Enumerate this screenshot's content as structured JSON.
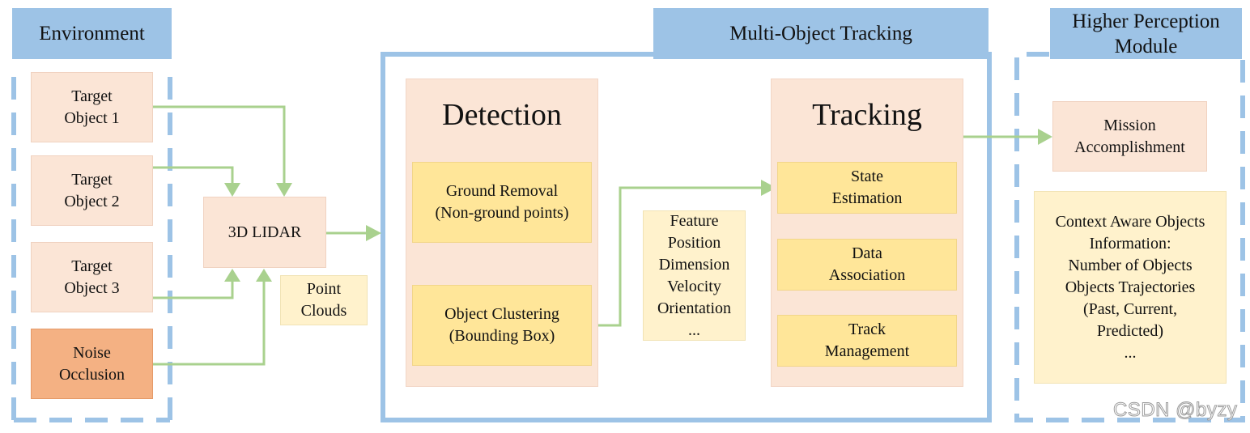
{
  "colors": {
    "header_blue": "#9dc3e6",
    "frame_blue": "#9dc3e6",
    "arrow_green": "#a9d18e",
    "salmon": "#fbe5d6",
    "noise_orange": "#f4b183",
    "yellow": "#ffe699",
    "cream": "#fff2cc"
  },
  "headers": {
    "environment": [
      "Environment"
    ],
    "mot": [
      "Multi-Object Tracking"
    ],
    "higher": [
      "Higher Perception",
      "Module"
    ]
  },
  "environment": {
    "targets": [
      [
        "Target",
        "Object 1"
      ],
      [
        "Target",
        "Object 2"
      ],
      [
        "Target",
        "Object 3"
      ]
    ],
    "noise": [
      "Noise",
      "Occlusion"
    ]
  },
  "lidar": [
    "3D LIDAR"
  ],
  "point_clouds": [
    "Point",
    "Clouds"
  ],
  "detection": {
    "title": "Detection",
    "steps": [
      [
        "Ground Removal",
        "(Non-ground points)"
      ],
      [
        "Object Clustering",
        "(Bounding Box)"
      ]
    ]
  },
  "features": [
    "Feature",
    "Position",
    "Dimension",
    "Velocity",
    "Orientation",
    "..."
  ],
  "tracking": {
    "title": "Tracking",
    "steps": [
      [
        "State",
        "Estimation"
      ],
      [
        "Data",
        "Association"
      ],
      [
        "Track",
        "Management"
      ]
    ]
  },
  "mission": [
    "Mission",
    "Accomplishment"
  ],
  "context": [
    "Context Aware Objects",
    "Information:",
    "Number of Objects",
    "Objects Trajectories",
    "(Past, Current,",
    "Predicted)",
    "..."
  ],
  "watermark": "CSDN @byzy"
}
